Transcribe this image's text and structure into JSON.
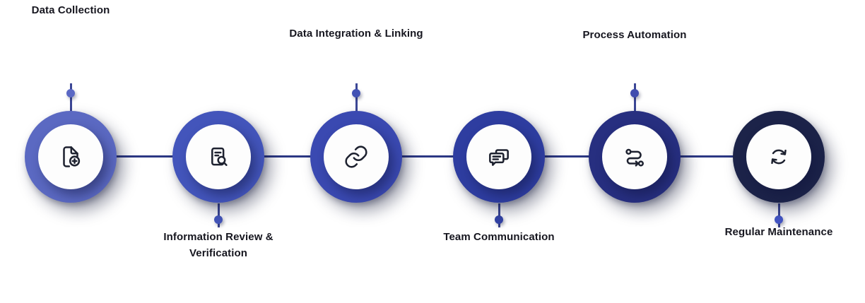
{
  "diagram": {
    "type": "process-timeline",
    "background_color": "#ffffff",
    "connector_color": "#2c3884",
    "text_color": "#16161f",
    "steps": [
      {
        "name": "step-1",
        "label_lines": [
          "Data Collection"
        ],
        "label_position": "above",
        "icon": "file-plus-icon",
        "circle_color": "#5b69c2",
        "marker_color": "#5a68c4"
      },
      {
        "name": "step-2",
        "label_lines": [
          "Information Review &",
          "Verification"
        ],
        "label_position": "below",
        "icon": "file-search-icon",
        "circle_color": "#4355bb",
        "marker_color": "#4456bb"
      },
      {
        "name": "step-3",
        "label_lines": [
          "Data Integration & Linking"
        ],
        "label_position": "above",
        "icon": "link-icon",
        "circle_color": "#3a49b1",
        "marker_color": "#4252b4"
      },
      {
        "name": "step-4",
        "label_lines": [
          "Team Communication"
        ],
        "label_position": "below",
        "icon": "chat-icon",
        "circle_color": "#2e3da0",
        "marker_color": "#3343a6"
      },
      {
        "name": "step-5",
        "label_lines": [
          "Process Automation"
        ],
        "label_position": "above",
        "icon": "route-icon",
        "circle_color": "#272f80",
        "marker_color": "#3f4cae"
      },
      {
        "name": "step-6",
        "label_lines": [
          "Regular Maintenance"
        ],
        "label_position": "below",
        "icon": "sync-icon",
        "circle_color": "#1c2349",
        "marker_color": "#4456c6"
      }
    ]
  }
}
